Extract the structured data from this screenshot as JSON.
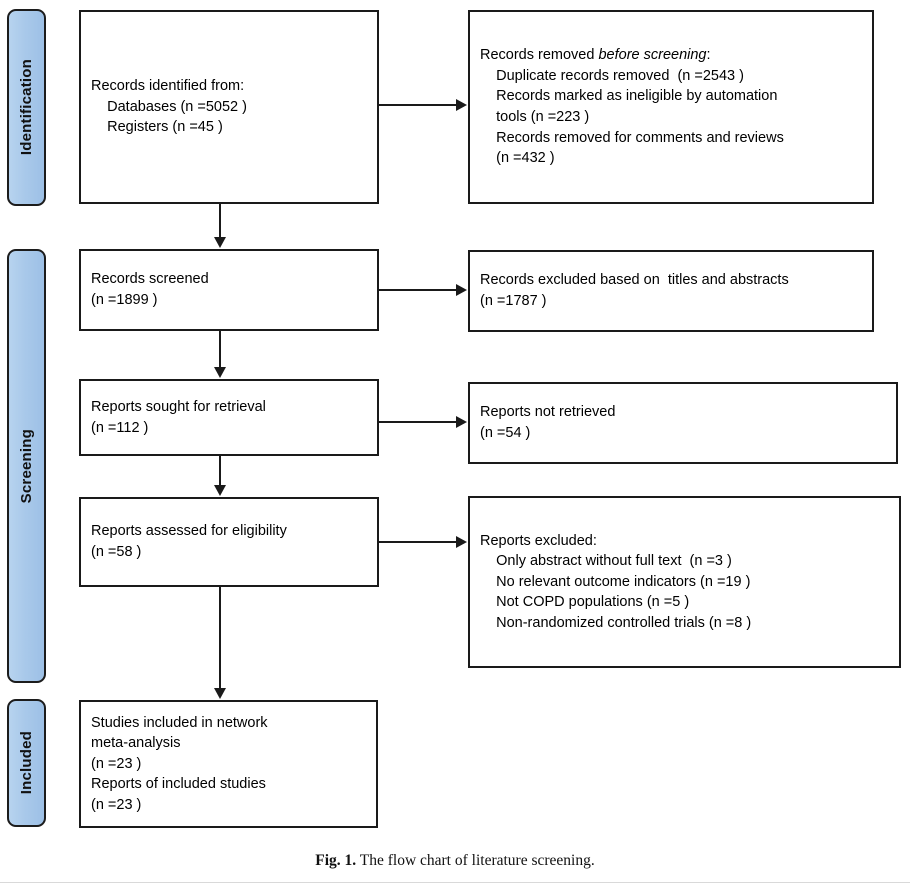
{
  "figure": {
    "caption_label": "Fig. 1.",
    "caption_text": " The flow chart of literature screening.",
    "accent_color": "#a9c9ea",
    "line_color": "#1a1a1a"
  },
  "stages": [
    {
      "id": "identification",
      "label": "Identification"
    },
    {
      "id": "screening",
      "label": "Screening"
    },
    {
      "id": "included",
      "label": "Included"
    }
  ],
  "boxes": {
    "identified": {
      "text": "Records identified from:\n    Databases (n =5052 )\n    Registers (n =45 )"
    },
    "removed": {
      "lead": "Records removed ",
      "lead_italic": "before screening",
      "lead_tail": ":",
      "text": "\n    Duplicate records removed  (n =2543 )\n    Records marked as ineligible by automation\n    tools (n =223 )\n    Records removed for comments and reviews\n    (n =432 )"
    },
    "screened": {
      "text": "Records screened\n(n =1899 )"
    },
    "excluded_titles": {
      "text": "Records excluded based on  titles and abstracts\n(n =1787 )"
    },
    "sought": {
      "text": "Reports sought for retrieval\n(n =112 )"
    },
    "not_retrieved": {
      "text": "Reports not retrieved\n(n =54 )"
    },
    "assessed": {
      "text": "Reports assessed for eligibility\n(n =58 )"
    },
    "reports_excluded": {
      "text": "Reports excluded:\n    Only abstract without full text  (n =3 )\n    No relevant outcome indicators (n =19 )\n    Not COPD populations (n =5 )\n    Non-randomized controlled trials (n =8 )"
    },
    "included": {
      "text": "Studies included in network\nmeta-analysis\n(n =23 )\nReports of included studies\n(n =23 )"
    }
  },
  "chart_data": {
    "type": "diagram",
    "title": "PRISMA flow chart of literature screening",
    "nodes": [
      {
        "stage": "Identification",
        "label": "Records identified from: Databases",
        "n": 5052
      },
      {
        "stage": "Identification",
        "label": "Records identified from: Registers",
        "n": 45
      },
      {
        "stage": "Identification",
        "label": "Duplicate records removed",
        "n": 2543
      },
      {
        "stage": "Identification",
        "label": "Records marked as ineligible by automation tools",
        "n": 223
      },
      {
        "stage": "Identification",
        "label": "Records removed for comments and reviews",
        "n": 432
      },
      {
        "stage": "Screening",
        "label": "Records screened",
        "n": 1899
      },
      {
        "stage": "Screening",
        "label": "Records excluded based on titles and abstracts",
        "n": 1787
      },
      {
        "stage": "Screening",
        "label": "Reports sought for retrieval",
        "n": 112
      },
      {
        "stage": "Screening",
        "label": "Reports not retrieved",
        "n": 54
      },
      {
        "stage": "Screening",
        "label": "Reports assessed for eligibility",
        "n": 58
      },
      {
        "stage": "Screening",
        "label": "Reports excluded: Only abstract without full text",
        "n": 3
      },
      {
        "stage": "Screening",
        "label": "Reports excluded: No relevant outcome indicators",
        "n": 19
      },
      {
        "stage": "Screening",
        "label": "Reports excluded: Not COPD populations",
        "n": 5
      },
      {
        "stage": "Screening",
        "label": "Reports excluded: Non-randomized controlled trials",
        "n": 8
      },
      {
        "stage": "Included",
        "label": "Studies included in network meta-analysis",
        "n": 23
      },
      {
        "stage": "Included",
        "label": "Reports of included studies",
        "n": 23
      }
    ]
  }
}
